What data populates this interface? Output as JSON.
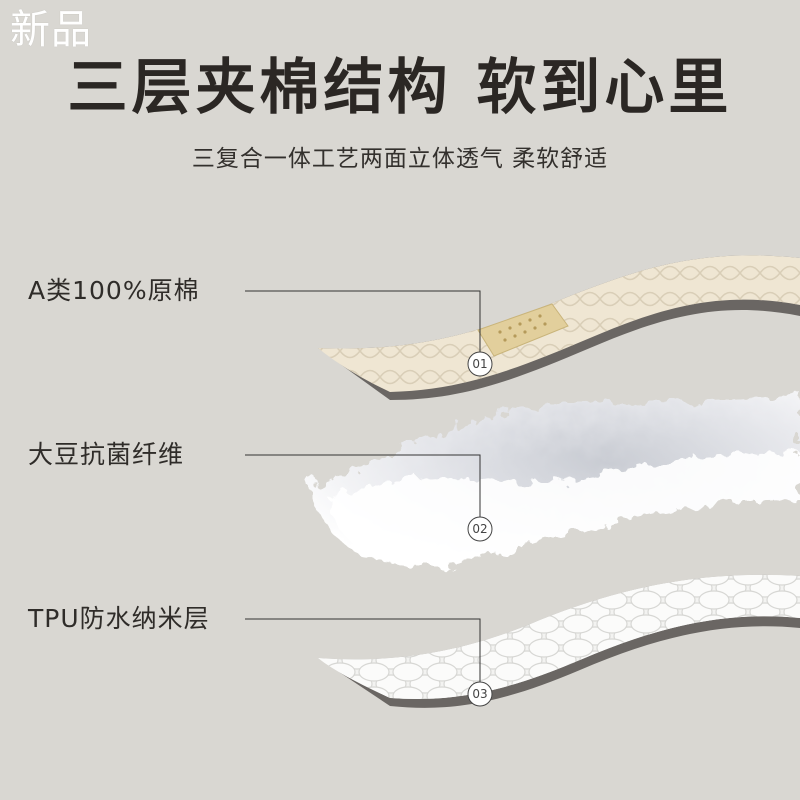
{
  "badge": "新品",
  "title": "三层夹棉结构 软到心里",
  "subtitle": "三复合一体工艺两面立体透气 柔软舒适",
  "layers": [
    {
      "label": "A类100%原棉",
      "number": "01"
    },
    {
      "label": "大豆抗菌纤维",
      "number": "02"
    },
    {
      "label": "TPU防水纳米层",
      "number": "03"
    }
  ],
  "colors": {
    "background": "#d9d7d2",
    "cotton_layer": "#efe6d3",
    "fiber_layer": "#ffffff",
    "tpu_layer": "#f3f3f1",
    "edge": "#6a6663"
  }
}
